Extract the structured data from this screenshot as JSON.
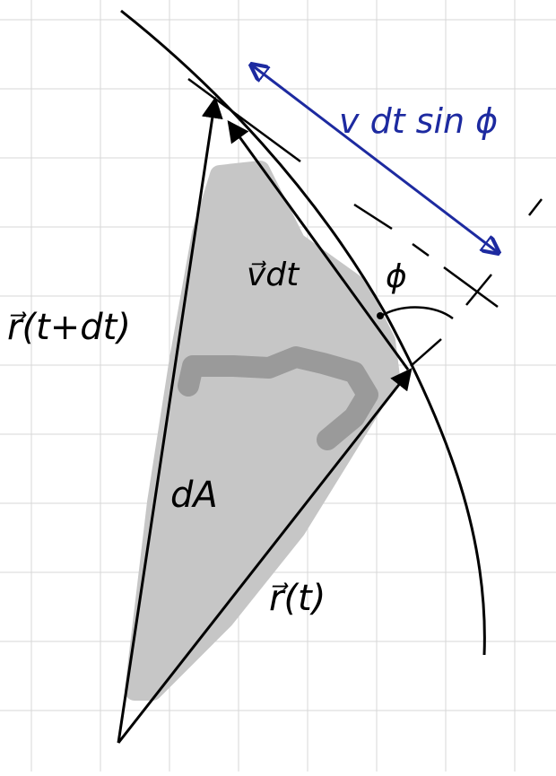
{
  "labels": {
    "r_next": "r⃗(t+dt)",
    "v_dt": "v⃗dt",
    "phi": "ϕ",
    "dA": "dA",
    "r_t": "r⃗(t)",
    "v_sin": "v dt sin ϕ"
  },
  "colors": {
    "paper": "#ffffff",
    "grid": "#d7d7d7",
    "ink": "#000000",
    "shade": "#c6c6c6",
    "shade_dark": "#9a9a9a",
    "annotation": "#1d2aa0"
  }
}
